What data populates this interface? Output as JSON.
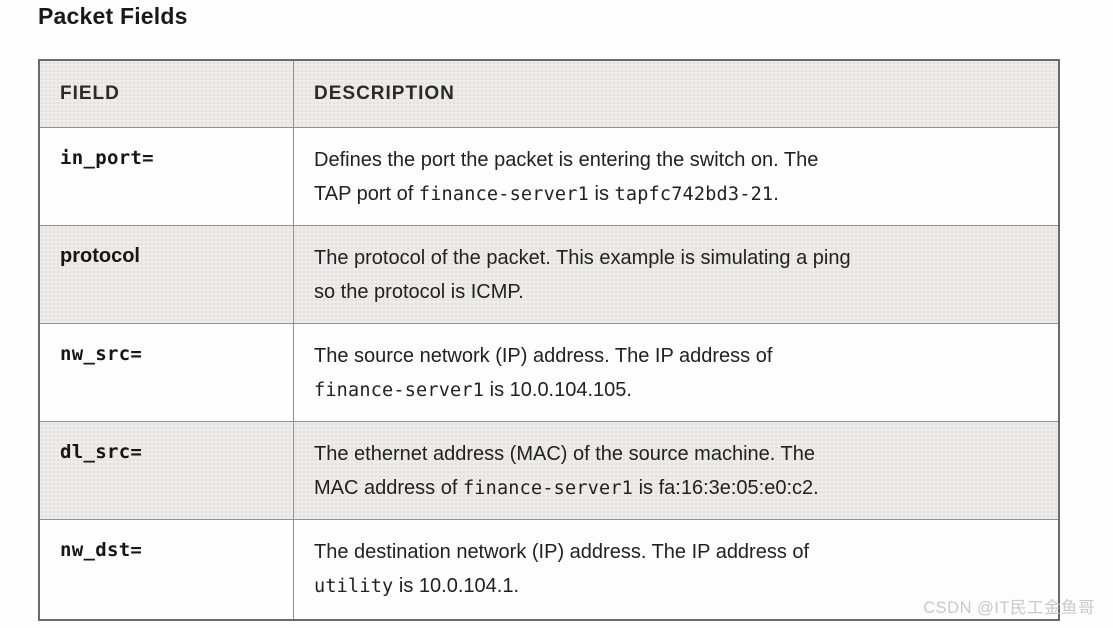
{
  "page": {
    "title": "Packet Fields",
    "watermark": "CSDN @IT民工金鱼哥"
  },
  "colors": {
    "header_bg": "#edecea",
    "shaded_row_bg": "#edecea",
    "inner_border": "#919191",
    "outer_border": "#6a6a6a",
    "body_text": "#1f1f1f",
    "watermark_text": "#c5c9cd"
  },
  "table": {
    "columns": [
      {
        "label": "FIELD"
      },
      {
        "label": "DESCRIPTION"
      }
    ],
    "rows": [
      {
        "field": "in_port=",
        "field_style": "mono",
        "description": [
          {
            "style": "normal",
            "text": "Defines the port the packet is entering the switch on. The"
          },
          {
            "style": "break"
          },
          {
            "style": "normal",
            "text": "TAP port of "
          },
          {
            "style": "code",
            "text": "finance-server1"
          },
          {
            "style": "normal",
            "text": " is "
          },
          {
            "style": "code",
            "text": "tapfc742bd3-21"
          },
          {
            "style": "normal",
            "text": "."
          }
        ]
      },
      {
        "field": "protocol",
        "field_style": "sans",
        "description": [
          {
            "style": "normal",
            "text": "The protocol of the packet. This example is simulating a ping"
          },
          {
            "style": "break"
          },
          {
            "style": "normal",
            "text": "so the protocol is ICMP."
          }
        ]
      },
      {
        "field": "nw_src=",
        "field_style": "mono",
        "description": [
          {
            "style": "normal",
            "text": "The source network (IP) address. The IP address of"
          },
          {
            "style": "break"
          },
          {
            "style": "code",
            "text": "finance-server1"
          },
          {
            "style": "normal",
            "text": " is 10.0.104.105."
          }
        ]
      },
      {
        "field": "dl_src=",
        "field_style": "mono",
        "description": [
          {
            "style": "normal",
            "text": "The ethernet address (MAC) of the source machine. The"
          },
          {
            "style": "break"
          },
          {
            "style": "normal",
            "text": "MAC address of "
          },
          {
            "style": "code",
            "text": "finance-server1"
          },
          {
            "style": "normal",
            "text": " is fa:16:3e:05:e0:c2."
          }
        ]
      },
      {
        "field": "nw_dst=",
        "field_style": "mono",
        "description": [
          {
            "style": "normal",
            "text": "The destination network (IP) address. The IP address of"
          },
          {
            "style": "break"
          },
          {
            "style": "code",
            "text": "utility"
          },
          {
            "style": "normal",
            "text": " is 10.0.104.1."
          }
        ]
      }
    ]
  }
}
